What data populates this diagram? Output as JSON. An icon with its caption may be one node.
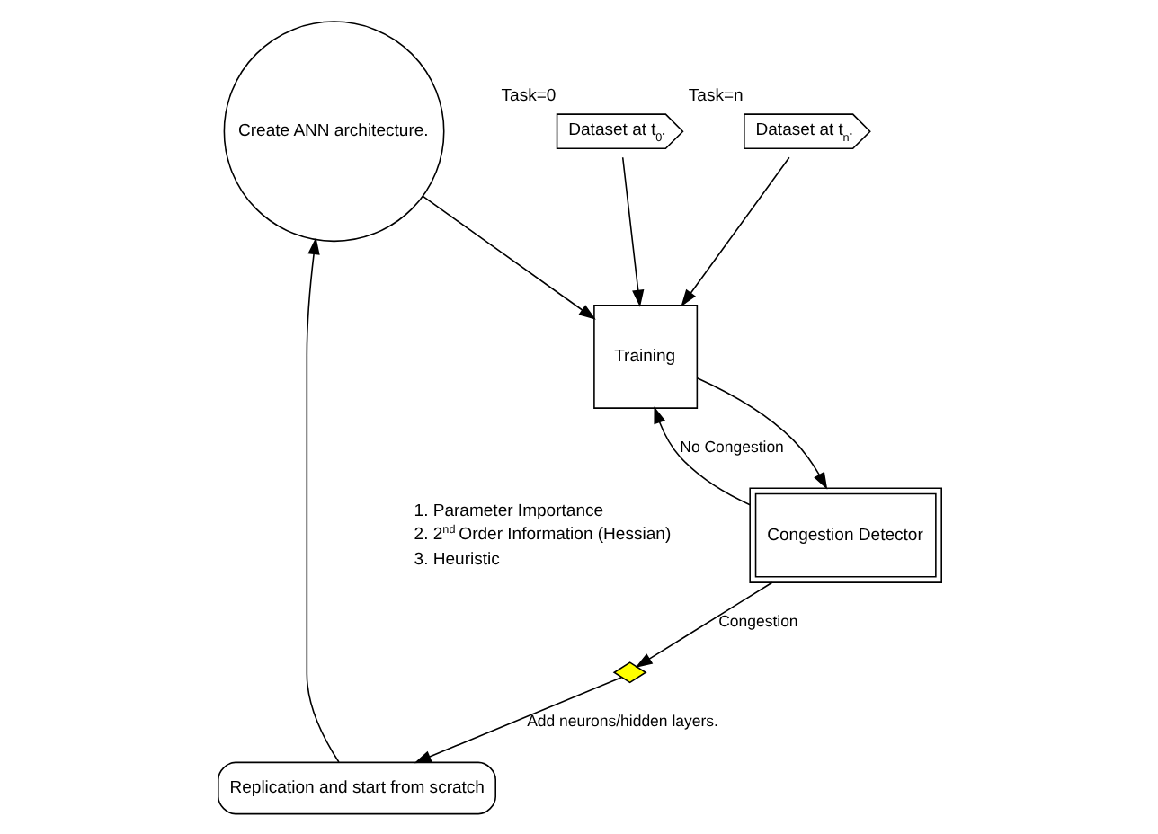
{
  "diagram": {
    "nodes": [
      {
        "text": [
          "Create ANN architecture."
        ]
      },
      {
        "text": [
          "Dataset at t$_{0}$."
        ],
        "beside": [
          "Task=0"
        ]
      },
      {
        "text": [
          "Training"
        ]
      },
      {
        "text": [
          "Dataset at t$_{n}$."
        ],
        "beside": [
          "Task=n"
        ]
      },
      {
        "text": [
          "Congestion Detector"
        ]
      },
      {
        "text": [],
        "shape": "diamond"
      },
      {
        "text": [
          "Replication and start from scratch"
        ]
      }
    ],
    "edges": [
      {
        "from": 0,
        "to": 2,
        "arrow": "to"
      },
      {
        "from": 1,
        "to": 2,
        "arrow": "to"
      },
      {
        "from": 3,
        "to": 2,
        "arrow": "to"
      },
      {
        "from": 4,
        "to": 2,
        "arrow": "to",
        "label": "No Congestion"
      },
      {
        "from": 2,
        "to": 4,
        "arrow": "to"
      },
      {
        "from": 4,
        "to": 5,
        "arrow": "to",
        "label": "Congestion"
      },
      {
        "from": 5,
        "to": 6,
        "arrow": "to",
        "label": "Add neurons/hidden layers."
      },
      {
        "from": 6,
        "to": 0,
        "arrow": "to"
      }
    ],
    "labels": [
      "1. Parameter Importance",
      "2. 2$^{nd}$ Order Information (Hessian)",
      "3. Heuristic"
    ]
  }
}
